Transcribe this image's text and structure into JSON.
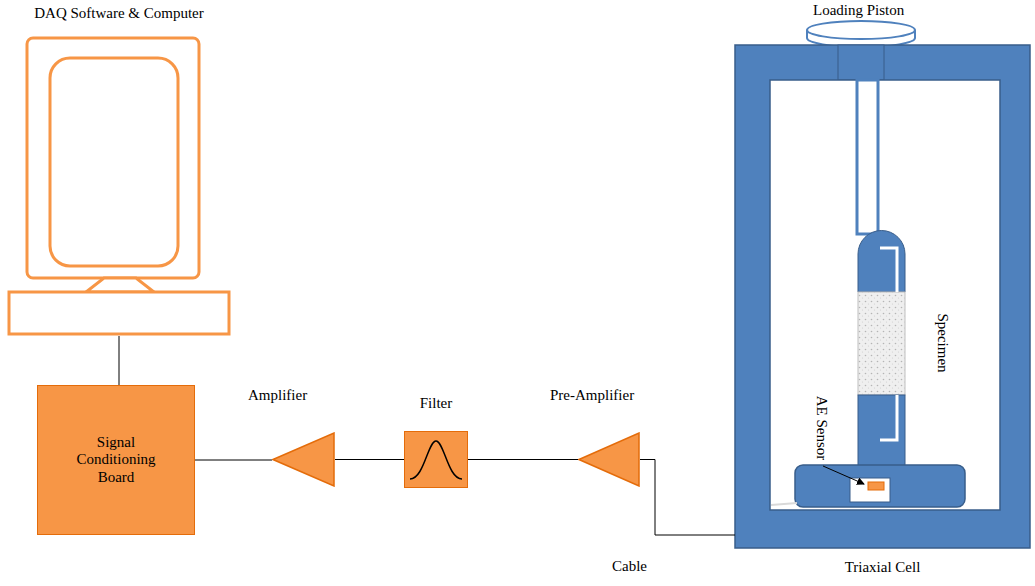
{
  "diagram": {
    "nodes": [
      {
        "text": [
          "DAQ Software & Computer"
        ]
      },
      {
        "text": [
          "Signal Conditioning Board"
        ]
      },
      {
        "text": [
          "Amplifier"
        ]
      },
      {
        "text": [
          "Filter"
        ]
      },
      {
        "text": [
          "Pre-Amplifier"
        ]
      },
      {
        "text": [
          "Triaxial Cell"
        ]
      }
    ],
    "edges": [
      {
        "from": 0,
        "to": 1,
        "arrow": "none"
      },
      {
        "from": 1,
        "to": 2,
        "arrow": "none"
      },
      {
        "from": 2,
        "to": 3,
        "arrow": "none"
      },
      {
        "from": 3,
        "to": 4,
        "arrow": "none"
      },
      {
        "from": 4,
        "to": 5,
        "arrow": "none"
      }
    ],
    "labels": [
      "Loading Piston",
      "Specimen",
      "AE Sensor",
      "Cable"
    ]
  }
}
